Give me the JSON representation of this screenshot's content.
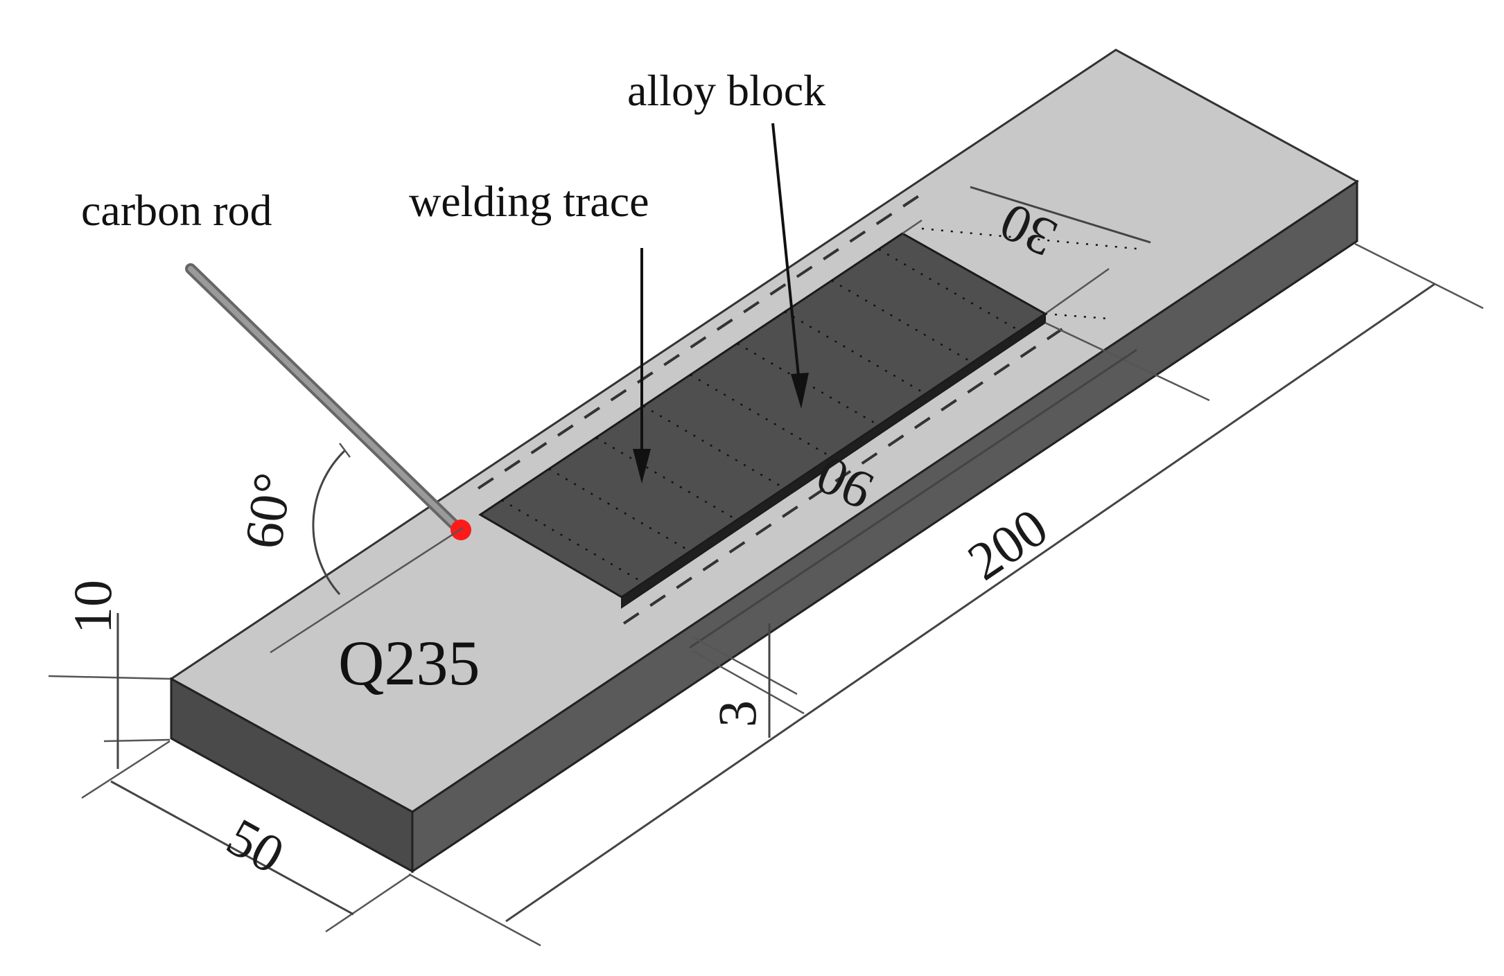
{
  "labels": {
    "alloy_block": "alloy block",
    "welding_trace": "welding trace",
    "carbon_rod": "carbon rod",
    "material": "Q235"
  },
  "dimensions": {
    "plate_length": "200",
    "plate_width": "50",
    "plate_thickness": "10",
    "block_length": "90",
    "block_width": "30",
    "block_thickness": "3",
    "rod_angle": "60°"
  },
  "colors": {
    "plate_top": "#c8c8c8",
    "plate_side": "#5a5a5a",
    "plate_end": "#4a4a4a",
    "alloy_block": "#4f4f4f",
    "block_edge": "#1f1f1f",
    "rod": "#9a9a9a",
    "weld_point": "#ff1a1a"
  }
}
